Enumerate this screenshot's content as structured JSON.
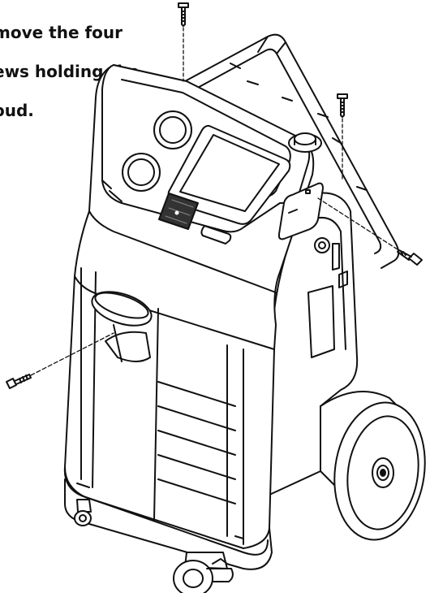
{
  "instruction": {
    "lines": [
      "move the four",
      "ews holding the",
      "oud."
    ]
  },
  "colors": {
    "line": "#111111",
    "fill": "#ffffff",
    "shade": "#222222"
  }
}
